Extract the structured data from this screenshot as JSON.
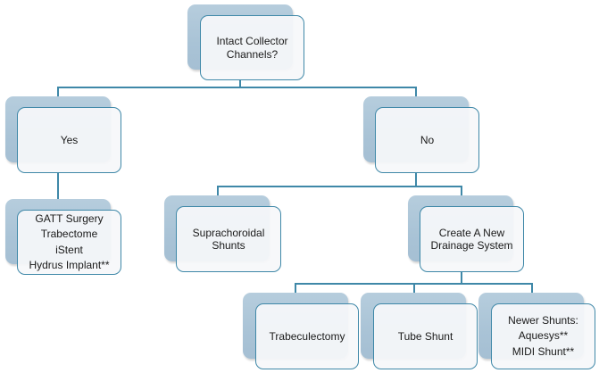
{
  "diagram": {
    "type": "flowchart",
    "nodes": {
      "root": {
        "label": "Intact Collector\nChannels?"
      },
      "yes": {
        "label": "Yes"
      },
      "no": {
        "label": "No"
      },
      "gatt": {
        "label": "GATT Surgery\nTrabectome\niStent\nHydrus Implant**"
      },
      "supra": {
        "label": "Suprachoroidal\nShunts"
      },
      "create": {
        "label": "Create A New\nDrainage System"
      },
      "trab": {
        "label": "Trabeculectomy"
      },
      "tube": {
        "label": "Tube Shunt"
      },
      "newer": {
        "label": "Newer Shunts:\nAquesys**\nMIDI Shunt**"
      }
    },
    "edges": [
      [
        "root",
        "yes"
      ],
      [
        "root",
        "no"
      ],
      [
        "yes",
        "gatt"
      ],
      [
        "no",
        "supra"
      ],
      [
        "no",
        "create"
      ],
      [
        "create",
        "trab"
      ],
      [
        "create",
        "tube"
      ],
      [
        "create",
        "newer"
      ]
    ],
    "colors": {
      "connector": "#3f88a8",
      "shadow_box": "#aac4d7",
      "node_fill": "#f6f8fa",
      "node_border": "#3f88a8"
    }
  }
}
